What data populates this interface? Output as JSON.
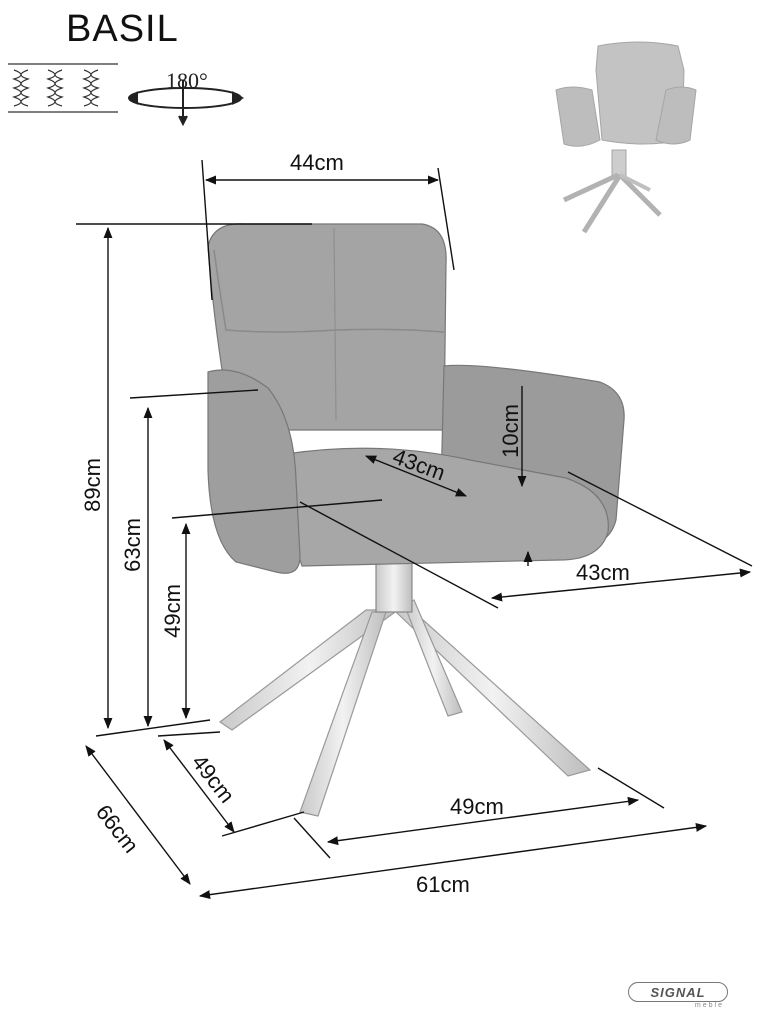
{
  "product": {
    "name": "BASIL"
  },
  "swivel": {
    "label": "180°"
  },
  "icons": {
    "spring": "pocket-spring-icon",
    "rotation": "rotation-arrow-icon"
  },
  "dimensions": {
    "seat_width_top": "44cm",
    "total_height": "89cm",
    "armrest_height": "63cm",
    "seat_height": "49cm",
    "seat_depth_inner": "43cm",
    "armrest_above_seat": "10cm",
    "seat_depth_side": "43cm",
    "total_depth": "66cm",
    "base_depth": "49cm",
    "base_width": "49cm",
    "total_width": "61cm"
  },
  "brand": {
    "name": "SIGNAL",
    "sub": "meble"
  },
  "colors": {
    "upholstery": "#a4a4a4",
    "upholstery_dark": "#8a8a8a",
    "legs": "#d8d8d8",
    "line": "#111111"
  }
}
